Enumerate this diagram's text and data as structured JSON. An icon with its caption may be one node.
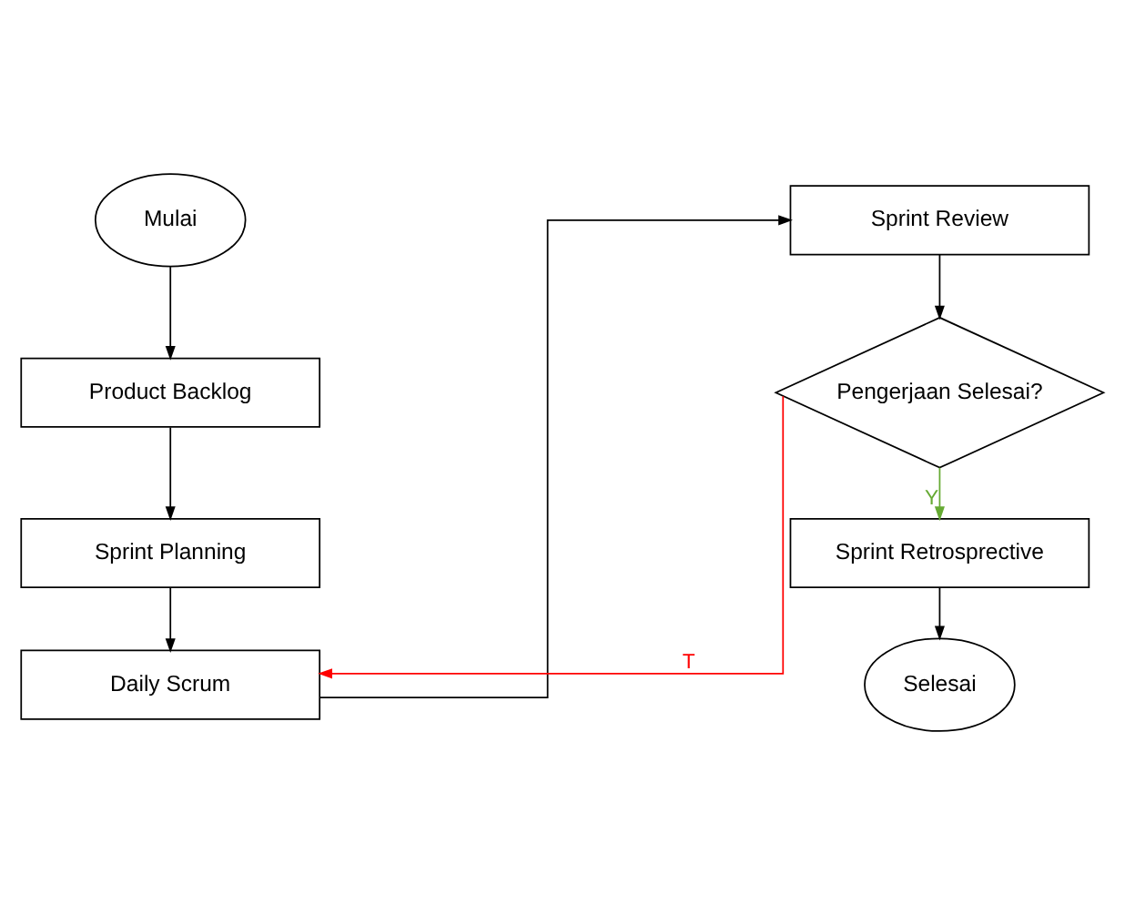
{
  "diagram": {
    "nodes": [
      {
        "text": [
          "Mulai"
        ]
      },
      {
        "text": [
          "Product Backlog"
        ]
      },
      {
        "text": [
          "Sprint Planning"
        ]
      },
      {
        "text": [
          "Daily Scrum"
        ]
      },
      {
        "text": [
          "Sprint Review"
        ]
      },
      {
        "text": [
          "Pengerjaan Selesai?"
        ]
      },
      {
        "text": [
          "Sprint Retrosprective"
        ]
      },
      {
        "text": [
          "Selesai"
        ]
      }
    ],
    "edges": [
      {
        "from": 0,
        "to": 1,
        "arrow": "to"
      },
      {
        "from": 1,
        "to": 2,
        "arrow": "to"
      },
      {
        "from": 2,
        "to": 3,
        "arrow": "to"
      },
      {
        "from": 3,
        "to": 4,
        "arrow": "to"
      },
      {
        "from": 4,
        "to": 5,
        "arrow": "to"
      },
      {
        "from": 5,
        "to": 3,
        "arrow": "to",
        "label": "T",
        "color": "#ff0000"
      },
      {
        "from": 5,
        "to": 6,
        "arrow": "to",
        "label": "Y",
        "color": "#66aa33"
      },
      {
        "from": 6,
        "to": 7,
        "arrow": "to"
      }
    ]
  }
}
